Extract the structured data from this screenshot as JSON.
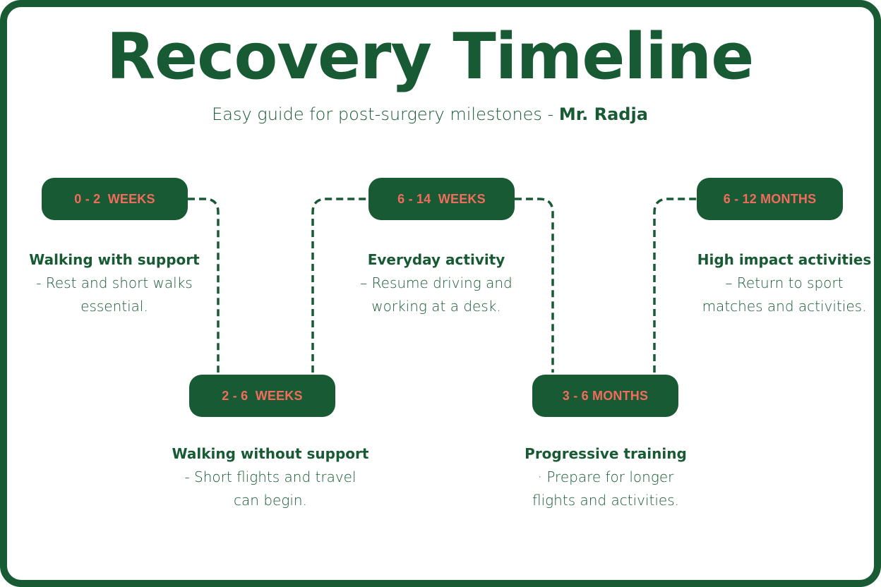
{
  "header": {
    "title": "Recovery Timeline",
    "subtitle_prefix": "Easy guide for post-surgery milestones - ",
    "subtitle_author": "Mr. Radja"
  },
  "colors": {
    "primary_green": "#175a34",
    "accent_coral": "#f26b5b",
    "background": "#ffffff"
  },
  "milestones": [
    {
      "period": "0 - 2  WEEKS",
      "heading": "Walking with support",
      "line1": "- Rest and short walks",
      "line2": "essential."
    },
    {
      "period": "2 - 6  WEEKS",
      "heading": "Walking without support",
      "line1": "- Short flights and travel",
      "line2": "can begin."
    },
    {
      "period": "6 - 14  WEEKS",
      "heading": "Everyday activity",
      "line1": "– Resume driving and",
      "line2": "working at a desk."
    },
    {
      "period": "3 - 6 MONTHS",
      "heading": "Progressive training",
      "line1": "· Prepare for longer",
      "line2": "flights and activities."
    },
    {
      "period": "6 - 12 MONTHS",
      "heading": "High impact activities",
      "line1": "– Return to sport",
      "line2": "matches and activities."
    }
  ]
}
